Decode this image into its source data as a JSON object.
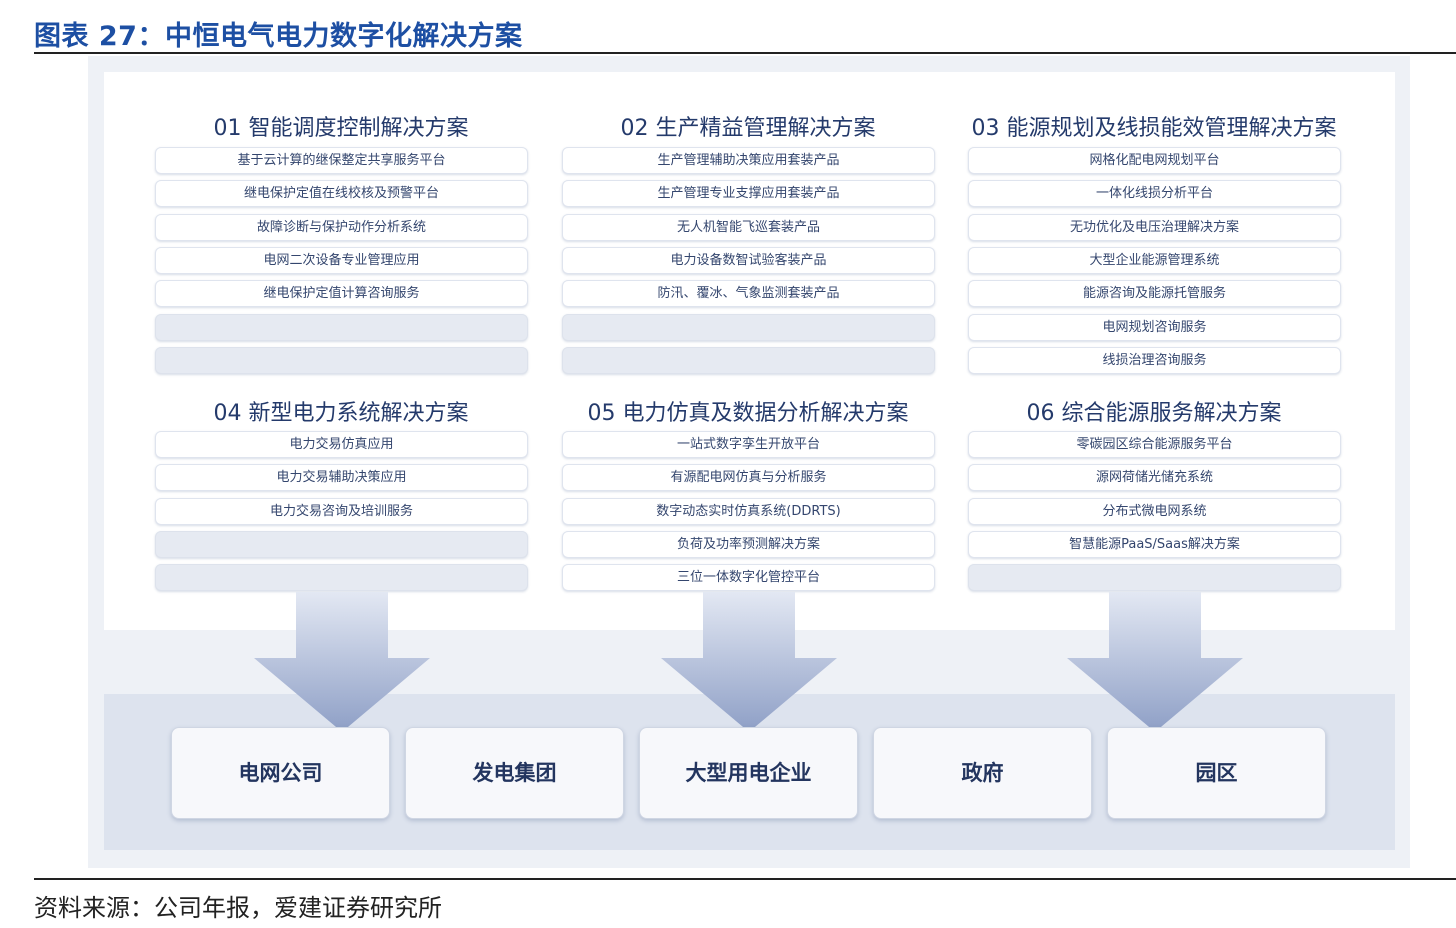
{
  "title": "图表 27：中恒电气电力数字化解决方案",
  "sections": [
    {
      "title": "01 智能调度控制解决方案",
      "items": [
        "基于云计算的继保整定共享服务平台",
        "继电保护定值在线校核及预警平台",
        "故障诊断与保护动作分析系统",
        "电网二次设备专业管理应用",
        "继电保护定值计算咨询服务"
      ],
      "empty": 2
    },
    {
      "title": "02 生产精益管理解决方案",
      "items": [
        "生产管理辅助决策应用套装产品",
        "生产管理专业支撑应用套装产品",
        "无人机智能飞巡套装产品",
        "电力设备数智试验客装产品",
        "防汛、覆冰、气象监测套装产品"
      ],
      "empty": 2
    },
    {
      "title": "03 能源规划及线损能效管理解决方案",
      "items": [
        "网格化配电网规划平台",
        "一体化线损分析平台",
        "无功优化及电压治理解决方案",
        "大型企业能源管理系统",
        "能源咨询及能源托管服务",
        "电网规划咨询服务",
        "线损治理咨询服务"
      ],
      "empty": 0
    },
    {
      "title": "04 新型电力系统解决方案",
      "items": [
        "电力交易仿真应用",
        "电力交易辅助决策应用",
        "电力交易咨询及培训服务"
      ],
      "empty": 2
    },
    {
      "title": "05 电力仿真及数据分析解决方案",
      "items": [
        "一站式数字孪生开放平台",
        "有源配电网仿真与分析服务",
        "数字动态实时仿真系统(DDRTS)",
        "负荷及功率预测解决方案",
        "三位一体数字化管控平台"
      ],
      "empty": 0
    },
    {
      "title": "06 综合能源服务解决方案",
      "items": [
        "零碳园区综合能源服务平台",
        "源网荷储光储充系统",
        "分布式微电网系统",
        "智慧能源PaaS/Saas解决方案"
      ],
      "empty": 1
    }
  ],
  "targets": [
    "电网公司",
    "发电集团",
    "大型用电企业",
    "政府",
    "园区"
  ],
  "source": "资料来源：公司年报，爱建证券研究所",
  "colors": {
    "title": "#1d4fa3",
    "arrow": "#8e9fc6"
  }
}
